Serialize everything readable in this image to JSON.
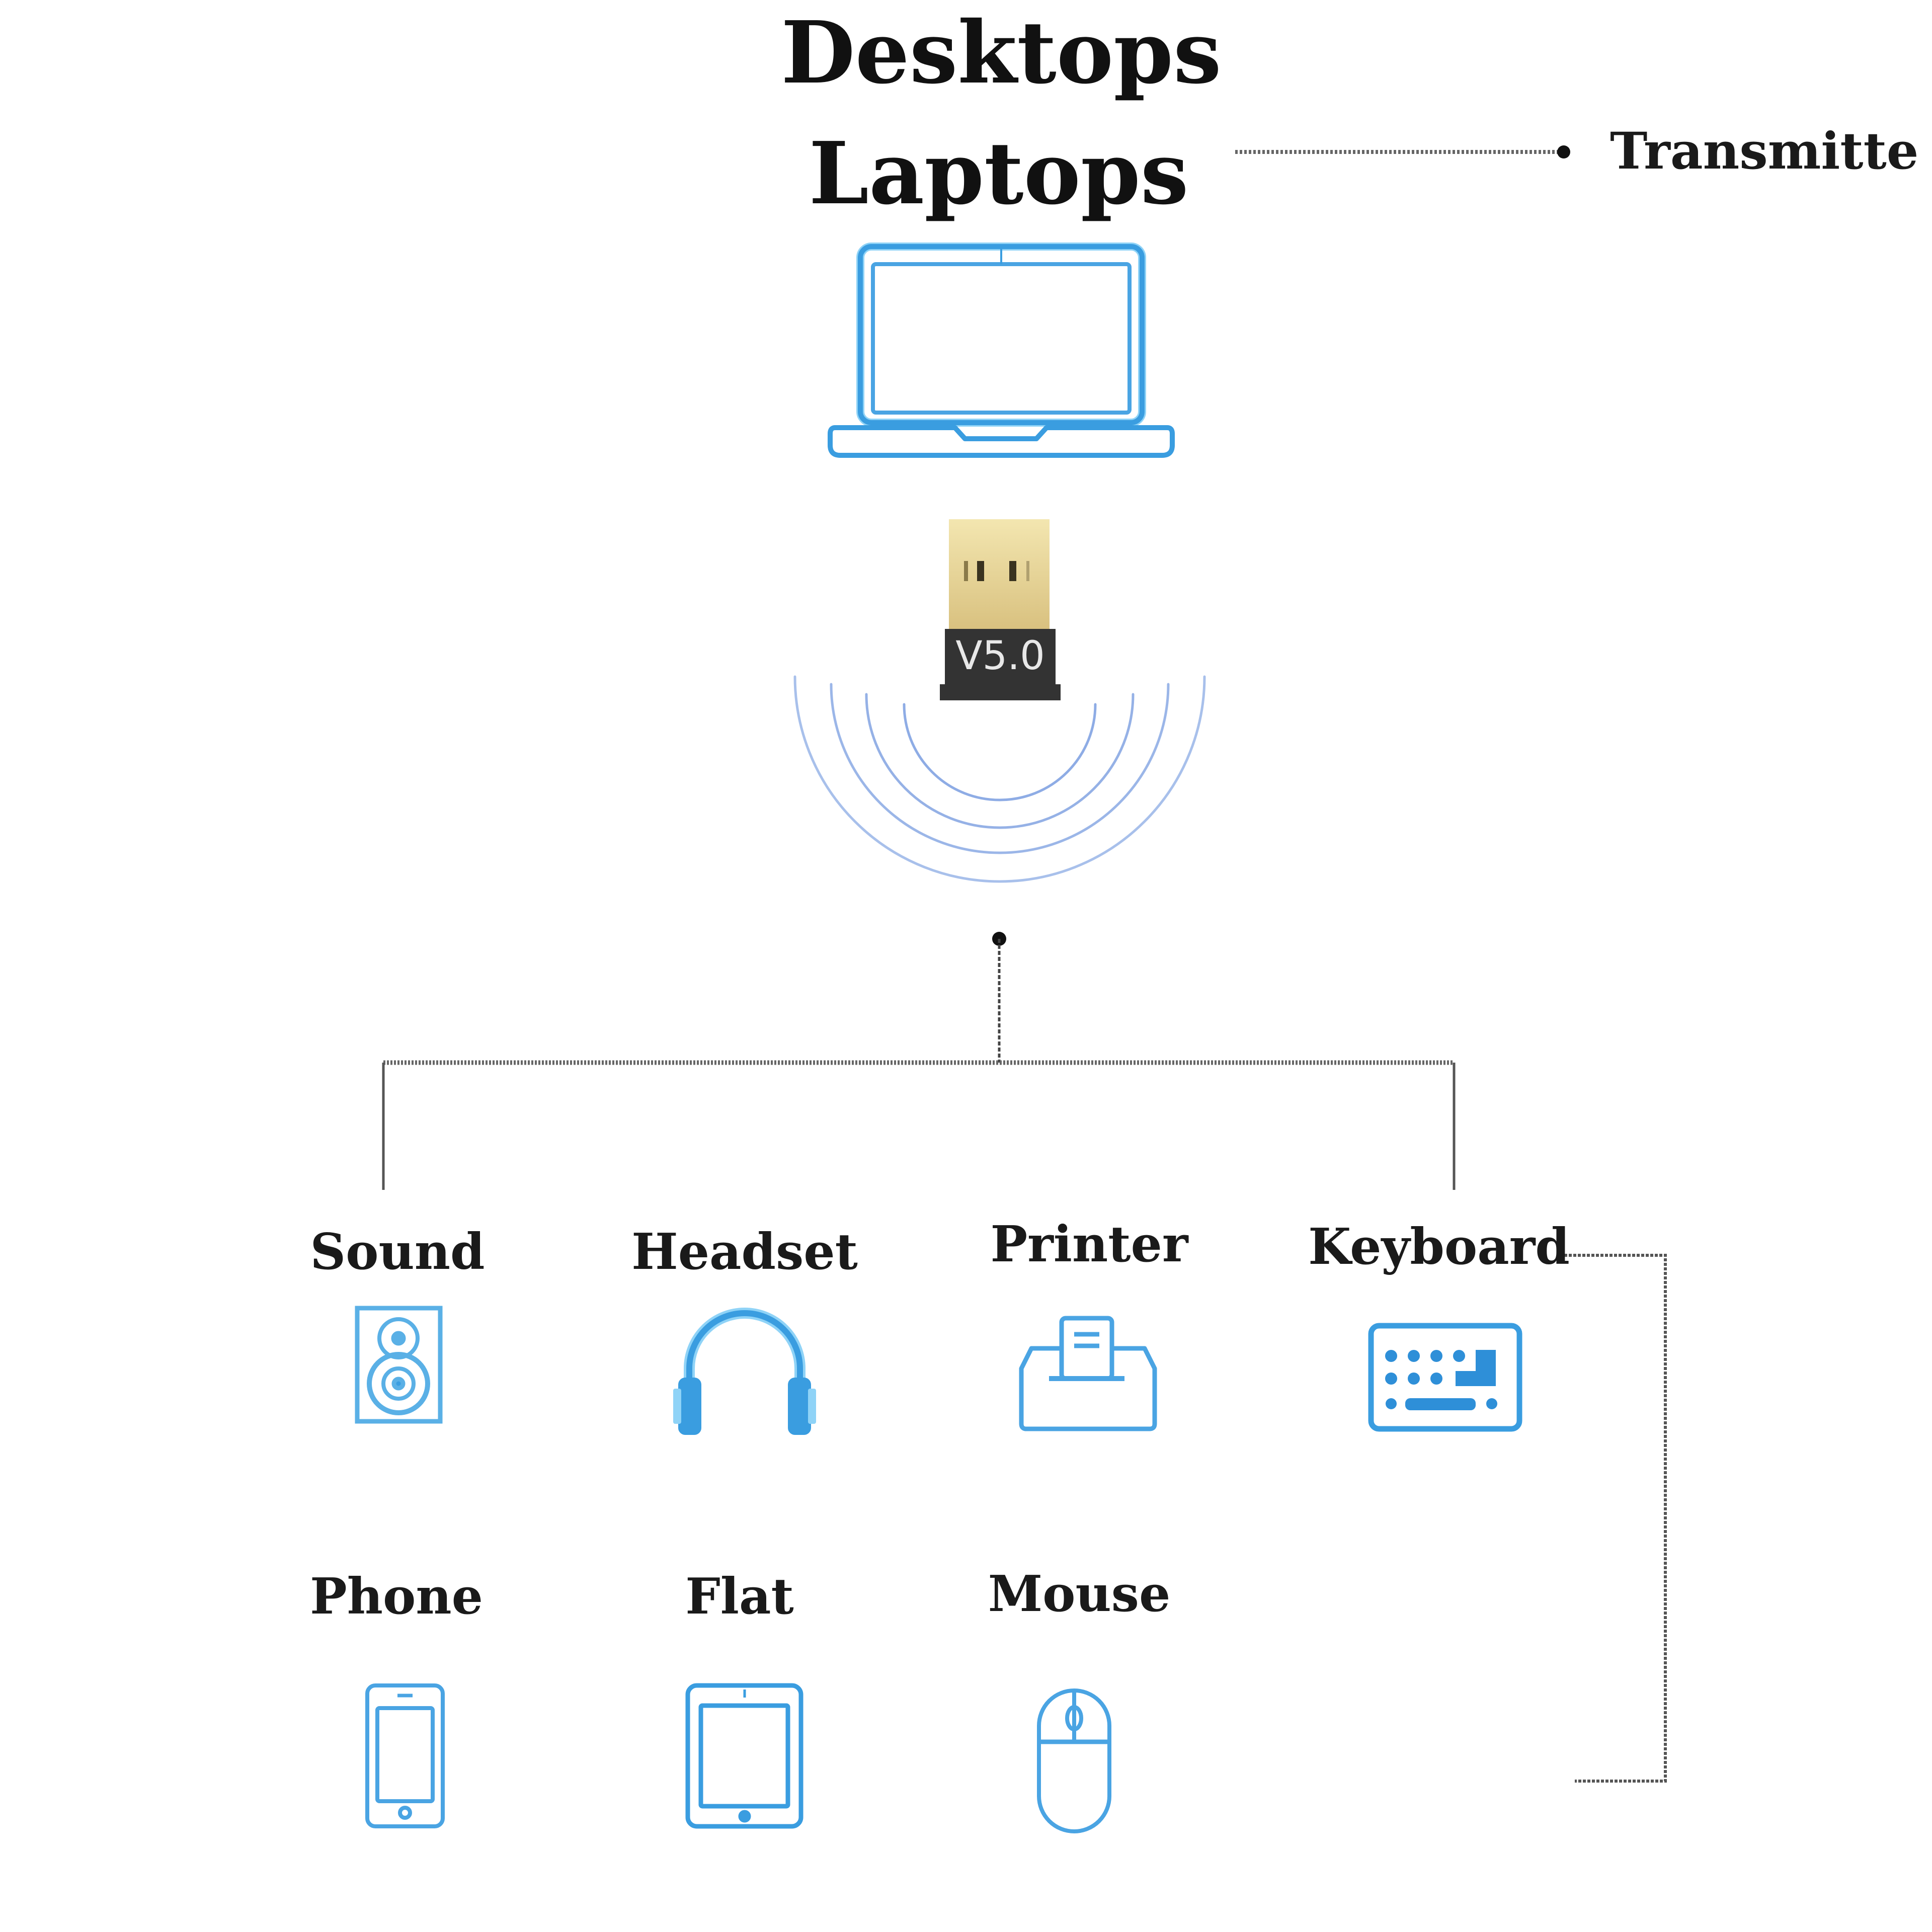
{
  "header": {
    "title_line1": "Desktops",
    "title_line2": "Laptops"
  },
  "transmitter": {
    "label": "Transmitte"
  },
  "adapter": {
    "version_label": "V5.0"
  },
  "devices": [
    {
      "label": "Sound",
      "icon": "speaker-icon"
    },
    {
      "label": "Headset",
      "icon": "headphones-icon"
    },
    {
      "label": "Printer",
      "icon": "printer-icon"
    },
    {
      "label": "Keyboard",
      "icon": "keyboard-icon"
    },
    {
      "label": "Phone",
      "icon": "phone-icon"
    },
    {
      "label": "Flat",
      "icon": "tablet-icon"
    },
    {
      "label": "Mouse",
      "icon": "mouse-icon"
    }
  ],
  "colors": {
    "icon_blue": "#3a9de0",
    "icon_glow": "#a8dcf8",
    "wave_blue": "#7a9ee0",
    "text": "#111111",
    "connector": "#555555",
    "usb_gold": "#e6d49a",
    "usb_body": "#333333"
  }
}
